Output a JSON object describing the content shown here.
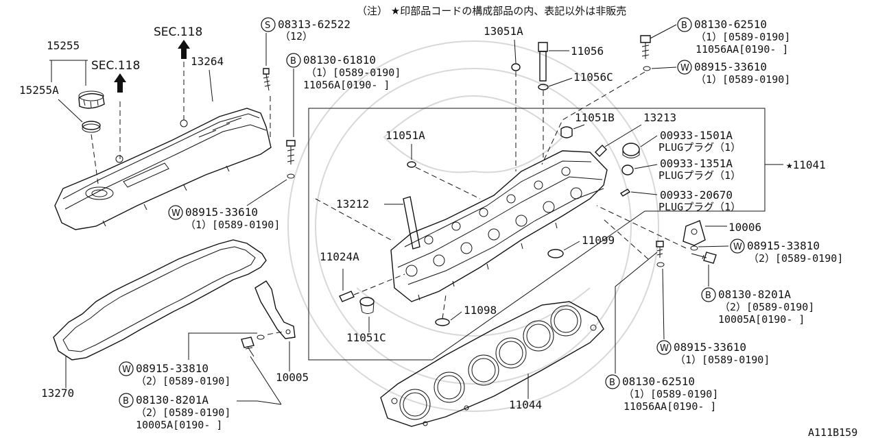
{
  "note": "（注） ★印部品コードの構成部品の内、表記以外は非販売",
  "diagram_id": "A111B159",
  "parts": {
    "p15255": "15255",
    "p15255a": "15255A",
    "sec118_left": "SEC.118",
    "sec118_top": "SEC.118",
    "p13264": "13264",
    "s08313": {
      "circle": "S",
      "code": "08313-62522",
      "qty": "（12）"
    },
    "b08130_61810": {
      "circle": "B",
      "code": "08130-61810",
      "line1": "（1）[0589-0190]",
      "line2": "11056A[0190-      ]"
    },
    "p13051a": "13051A",
    "p11056": "11056",
    "p11056c": "11056C",
    "b08130_62510_top": {
      "circle": "B",
      "code": "08130-62510",
      "line1": "（1）[0589-0190]",
      "line2": "11056AA[0190-      ]"
    },
    "w08915_33610_top": {
      "circle": "W",
      "code": "08915-33610",
      "line1": "（1）[0589-0190]"
    },
    "p11051b": "11051B",
    "p13213": "13213",
    "p11051a": "11051A",
    "plug1": {
      "code": "00933-1501A",
      "desc": "PLUGプラグ（1）"
    },
    "plug2": {
      "code": "00933-1351A",
      "desc": "PLUGプラグ（1）"
    },
    "plug3": {
      "code": "00933-20670",
      "desc": "PLUGプラグ（1）"
    },
    "p11041": "★11041",
    "w08915_33610_left": {
      "circle": "W",
      "code": "08915-33610",
      "line1": "（1）[0589-0190]"
    },
    "p13212": "13212",
    "p10006": "10006",
    "p11099": "11099",
    "w08915_33810_right": {
      "circle": "W",
      "code": "08915-33810",
      "line1": "（2）[0589-0190]"
    },
    "p11024a": "11024A",
    "b08130_8201a_right": {
      "circle": "B",
      "code": "08130-8201A",
      "line1": "（2）[0589-0190]",
      "line2": "10005A[0190-      ]"
    },
    "p11098": "11098",
    "p11051c": "11051C",
    "w08915_33610_bottom": {
      "circle": "W",
      "code": "08915-33610",
      "line1": "（1）[0589-0190]"
    },
    "w08915_33810_left": {
      "circle": "W",
      "code": "08915-33810",
      "line1": "（2）[0589-0190]"
    },
    "p10005": "10005",
    "p13270": "13270",
    "b08130_62510_bottom": {
      "circle": "B",
      "code": "08130-62510",
      "line1": "（1）[0589-0190]",
      "line2": "11056AA[0190-      ]"
    },
    "b08130_8201a_left": {
      "circle": "B",
      "code": "08130-8201A",
      "line1": "（2）[0589-0190]",
      "line2": "10005A[0190-      ]"
    },
    "p11044": "11044"
  }
}
